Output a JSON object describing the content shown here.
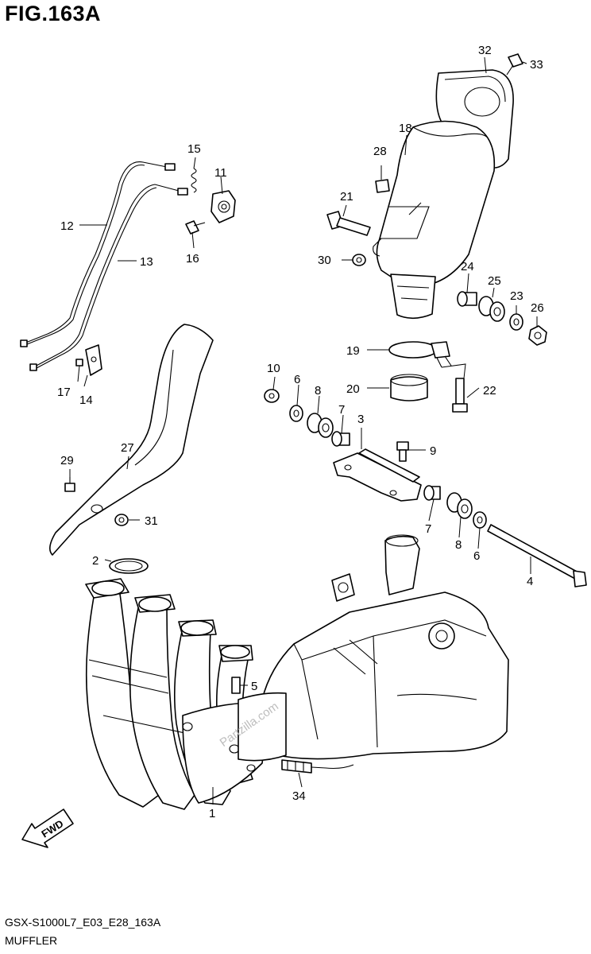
{
  "header": {
    "title": "FIG.163A"
  },
  "footer": {
    "code": "GSX-S1000L7_E03_E28_163A",
    "name": "MUFFLER"
  },
  "watermark": "Partzilla.com",
  "fwd_label": "FWD",
  "callouts": {
    "c1": "1",
    "c2": "2",
    "c3": "3",
    "c4": "4",
    "c5": "5",
    "c6a": "6",
    "c6b": "6",
    "c7a": "7",
    "c7b": "7",
    "c8a": "8",
    "c8b": "8",
    "c9": "9",
    "c10": "10",
    "c11": "11",
    "c12": "12",
    "c13": "13",
    "c14": "14",
    "c15": "15",
    "c16": "16",
    "c17": "17",
    "c18": "18",
    "c19": "19",
    "c20": "20",
    "c21": "21",
    "c22": "22",
    "c23": "23",
    "c24": "24",
    "c25": "25",
    "c26": "26",
    "c27": "27",
    "c28": "28",
    "c29": "29",
    "c30": "30",
    "c31": "31",
    "c32": "32",
    "c33": "33",
    "c34": "34"
  }
}
